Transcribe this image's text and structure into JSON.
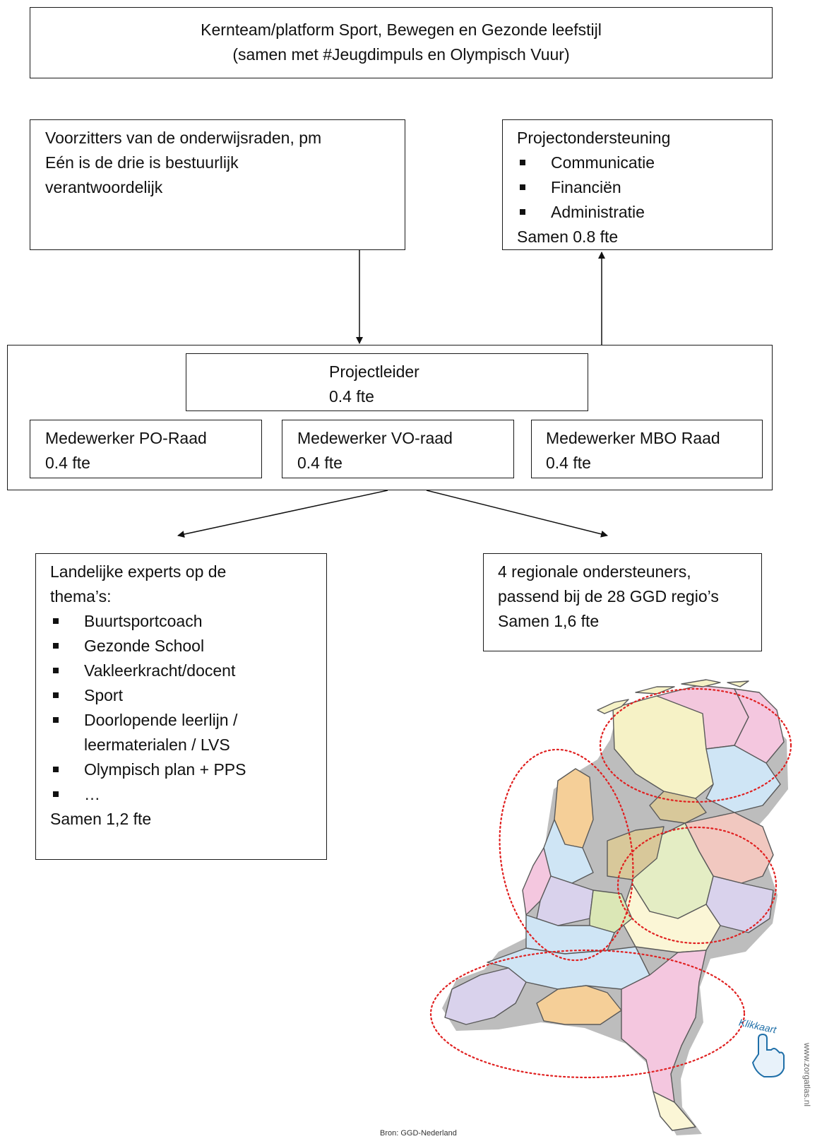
{
  "kernteam": {
    "line1": "Kernteam/platform Sport, Bewegen en Gezonde leefstijl",
    "line2": "(samen met #Jeugdimpuls en Olympisch Vuur)"
  },
  "voorzitters": {
    "line1": "Voorzitters van de onderwijsraden, pm",
    "line2": "Eén is de drie is bestuurlijk",
    "line3": "verantwoordelijk"
  },
  "projectondersteuning": {
    "title": "Projectondersteuning",
    "items": [
      "Communicatie",
      "Financiën",
      "Administratie"
    ],
    "footer": "Samen 0.8 fte"
  },
  "projectleider": {
    "title": "Projectleider",
    "fte": "0.4 fte"
  },
  "medewerkers": [
    {
      "title": "Medewerker PO-Raad",
      "fte": "0.4 fte"
    },
    {
      "title": "Medewerker VO-raad",
      "fte": "0.4 fte"
    },
    {
      "title": "Medewerker MBO Raad",
      "fte": "0.4 fte"
    }
  ],
  "experts": {
    "line1": "Landelijke experts op de",
    "line2": "thema’s:",
    "items": [
      "Buurtsportcoach",
      "Gezonde School",
      "Vakleerkracht/docent",
      "Sport",
      "Doorlopende leerlijn /",
      "Olympisch plan + PPS",
      "…"
    ],
    "item5_cont": "leermaterialen / LVS",
    "footer": "Samen 1,2 fte"
  },
  "regionaal": {
    "line1": "4 regionale ondersteuners,",
    "line2": "passend bij de 28 GGD regio’s",
    "line3": "Samen 1,6 fte"
  },
  "map": {
    "source": "Bron: GGD-Nederland",
    "klikkaart": "Klikkaart",
    "watermark": "www.zorgatlas.nl",
    "ellipse_color": "#e02020"
  }
}
